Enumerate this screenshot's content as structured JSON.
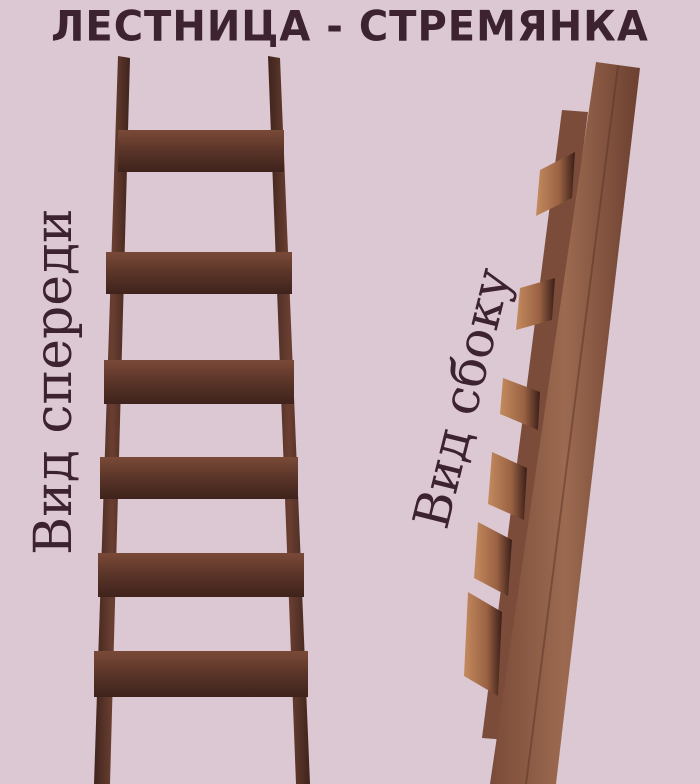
{
  "title": "ЛЕСТНИЦА - СТРЕМЯНКА",
  "labels": {
    "front": "Вид спереди",
    "side": "Вид сбоку"
  },
  "colors": {
    "background": "#dbc8d2",
    "text": "#3d2230",
    "wood_dark": "#4a2a22",
    "wood_mid": "#6e4233",
    "wood_light": "#a26e4f"
  }
}
